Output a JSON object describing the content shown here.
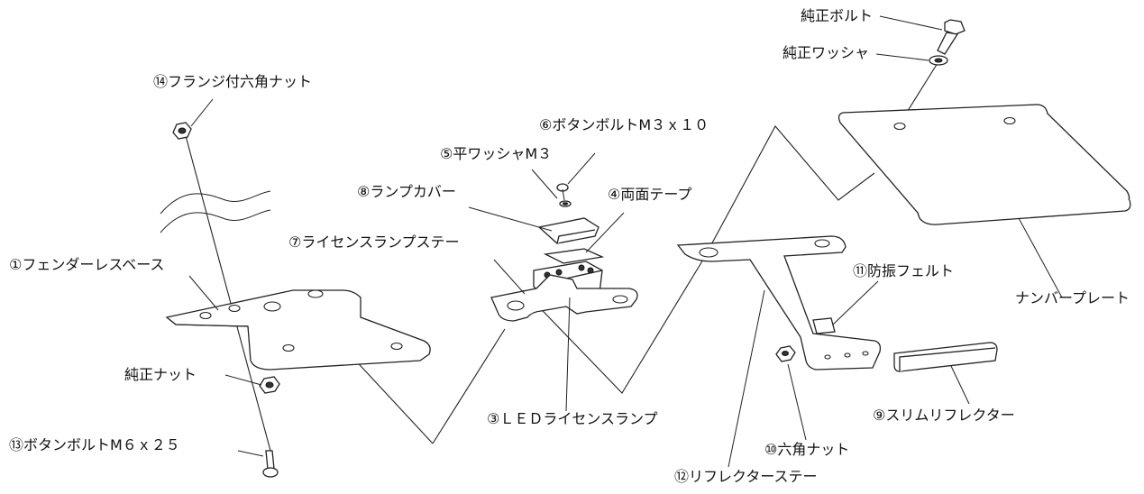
{
  "labels": {
    "genuine_bolt": "純正ボルト",
    "genuine_washer": "純正ワッシャ",
    "flange_nut": "⑭フランジ付六角ナット",
    "button_bolt_m3": "⑥ボタンボルトM３ｘ１０",
    "flat_washer_m3": "⑤平ワッシャM３",
    "lamp_cover": "⑧ランプカバー",
    "double_tape": "④両面テープ",
    "license_lamp_stay": "⑦ライセンスランプステー",
    "fenderless_base": "①フェンダーレスベース",
    "vibration_felt": "⑪防振フェルト",
    "number_plate": "ナンバープレート",
    "genuine_nut": "純正ナット",
    "led_license_lamp": "③ＬＥＤライセンスランプ",
    "slim_reflector": "⑨スリムリフレクター",
    "button_bolt_m6": "⑬ボタンボルトM６ｘ２５",
    "hex_nut": "⑩六角ナット",
    "reflector_stay": "⑫リフレクターステー"
  },
  "colors": {
    "line": "#222222",
    "background": "#ffffff"
  }
}
